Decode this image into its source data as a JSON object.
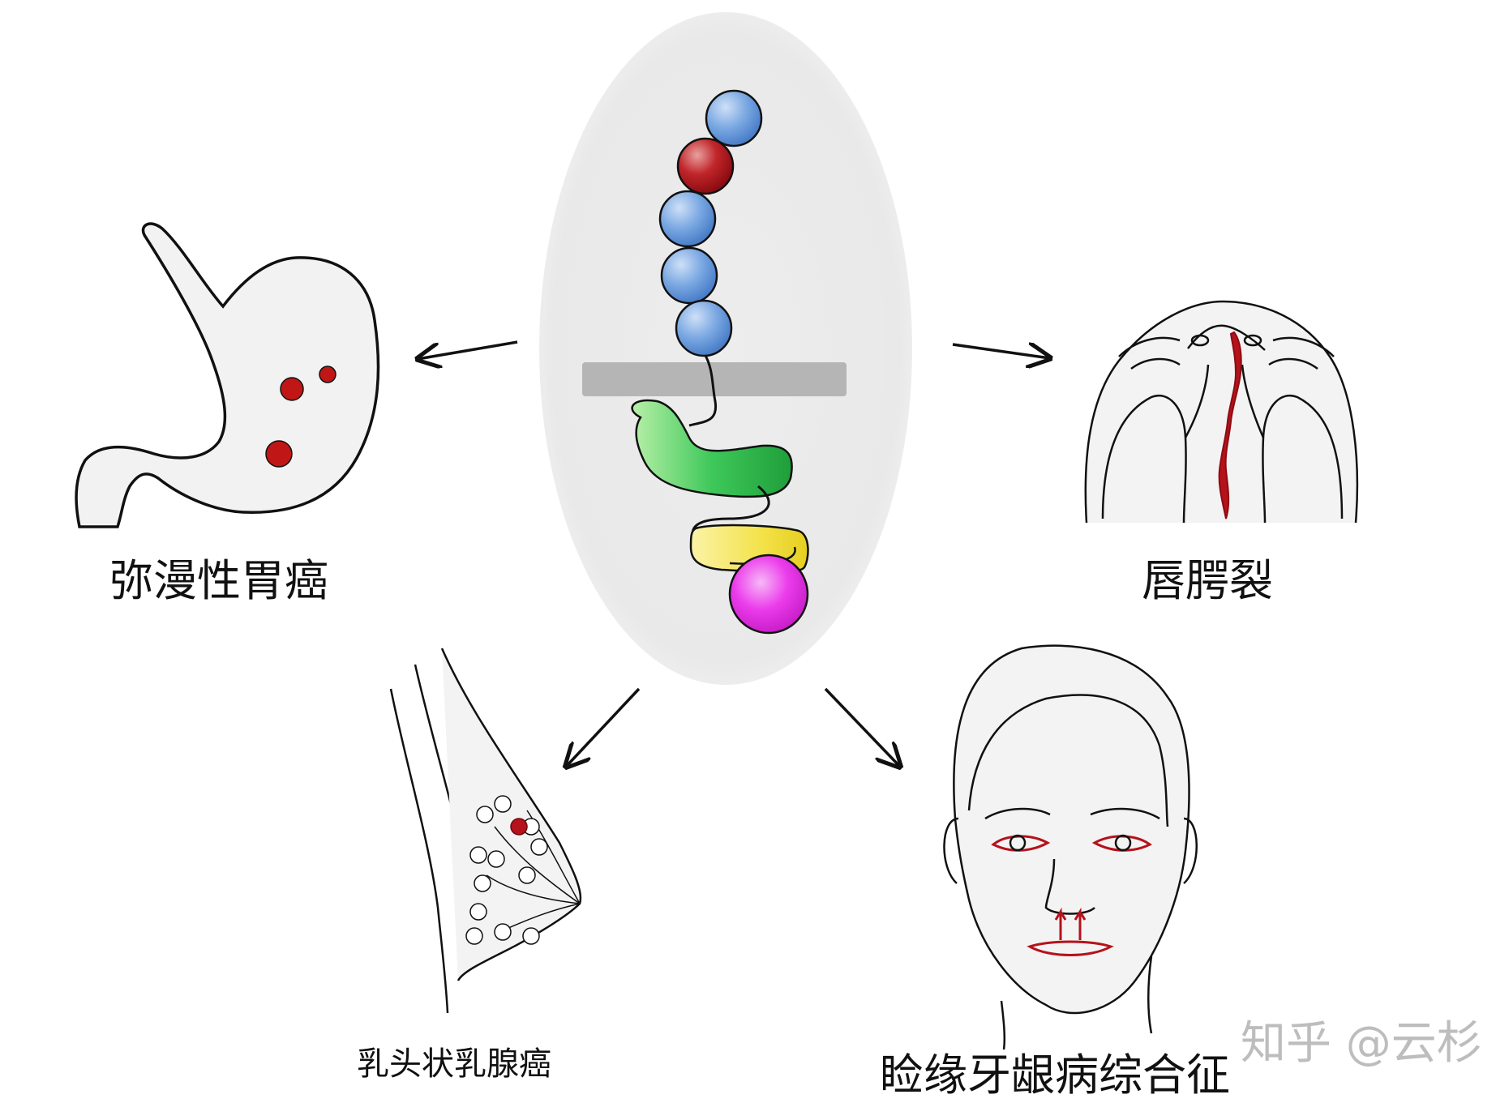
{
  "labels": {
    "stomach": "弥漫性胃癌",
    "cleft": "唇腭裂",
    "breast": "乳头状乳腺癌",
    "bcd": "睑缘牙龈病综合征"
  },
  "watermark": "知乎 @云杉",
  "colors": {
    "ellipse_bg": "#ebebeb",
    "membrane": "#b3b3b3",
    "bead_blue": "#6f9fdc",
    "bead_red": "#b5121b",
    "domain_green": "#2fbf4f",
    "domain_yellow": "#f2e24a",
    "domain_magenta": "#e62ee6",
    "lesion_red": "#c11616",
    "outline": "#111111"
  }
}
